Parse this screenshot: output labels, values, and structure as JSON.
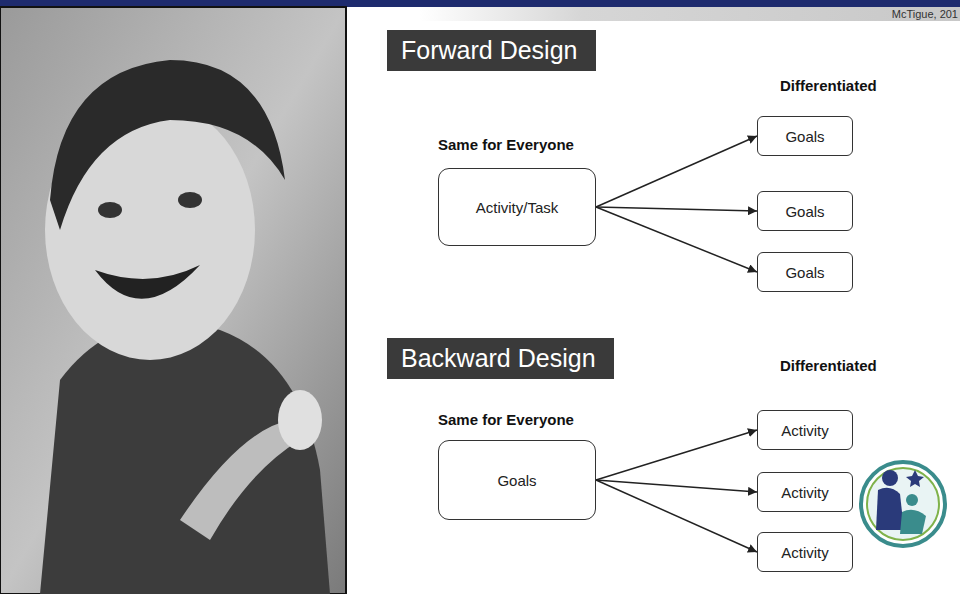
{
  "diagram": {
    "nodes": [
      {
        "text": [
          "Forward Design"
        ]
      },
      {
        "text": [
          "Activity/Task"
        ]
      },
      {
        "text": [
          "Goals"
        ]
      },
      {
        "text": [
          "Goals"
        ]
      },
      {
        "text": [
          "Goals"
        ]
      },
      {
        "text": [
          "Backward Design"
        ]
      },
      {
        "text": [
          "Goals"
        ]
      },
      {
        "text": [
          "Activity"
        ]
      },
      {
        "text": [
          "Activity"
        ]
      },
      {
        "text": [
          "Activity"
        ]
      }
    ],
    "edges": [
      {
        "from": 1,
        "to": 2,
        "arrow": "to"
      },
      {
        "from": 1,
        "to": 3,
        "arrow": "to"
      },
      {
        "from": 1,
        "to": 4,
        "arrow": "to"
      },
      {
        "from": 6,
        "to": 7,
        "arrow": "to"
      },
      {
        "from": 6,
        "to": 8,
        "arrow": "to"
      },
      {
        "from": 6,
        "to": 9,
        "arrow": "to"
      }
    ],
    "labels": [
      "McTigue, 201",
      "Same for Everyone",
      "Differentiated",
      "Same for Everyone",
      "Differentiated"
    ]
  }
}
